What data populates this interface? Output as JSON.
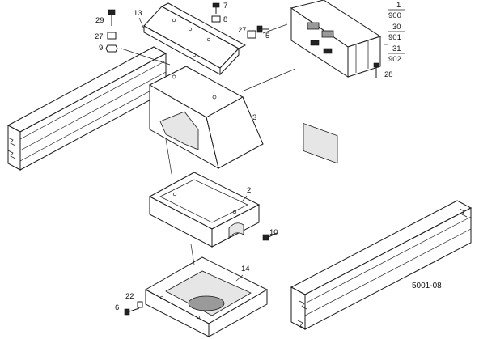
{
  "drawing_ref": "5001-08",
  "callouts": {
    "c1": "1",
    "c2": "2",
    "c3": "3",
    "c5": "5",
    "c6": "6",
    "c7": "7",
    "c8": "8",
    "c9": "9",
    "c10": "10",
    "c13": "13",
    "c14": "14",
    "c22": "22",
    "c27a": "27",
    "c27b": "27",
    "c28": "28",
    "c29": "29",
    "c30": "30",
    "c31": "31",
    "c900": "900",
    "c901": "901",
    "c902": "902"
  }
}
